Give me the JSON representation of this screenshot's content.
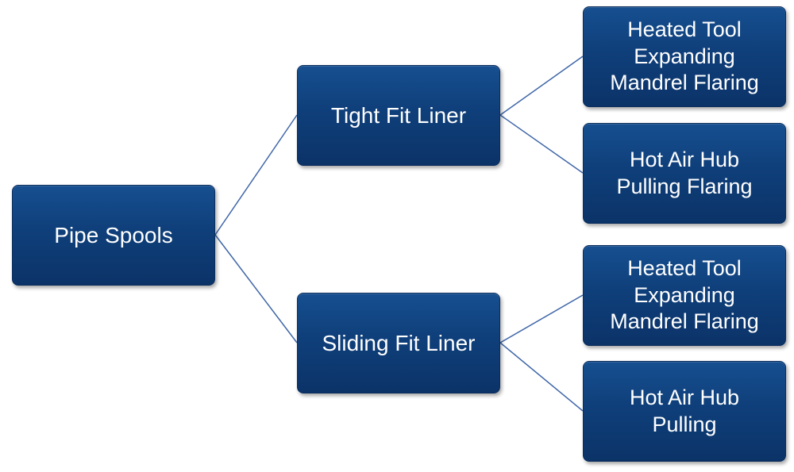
{
  "diagram": {
    "colors": {
      "node_fill": "#0f3f7a",
      "node_text": "#ffffff",
      "connector": "#3f66a8",
      "background": "#ffffff"
    },
    "root": {
      "label": "Pipe Spools"
    },
    "branches": [
      {
        "label": "Tight Fit Liner",
        "children": [
          {
            "lines": [
              "Heated Tool",
              "Expanding",
              "Mandrel Flaring"
            ]
          },
          {
            "lines": [
              "Hot Air Hub",
              "Pulling Flaring"
            ]
          }
        ]
      },
      {
        "label": "Sliding Fit Liner",
        "children": [
          {
            "lines": [
              "Heated Tool",
              "Expanding",
              "Mandrel Flaring"
            ]
          },
          {
            "lines": [
              "Hot Air Hub",
              "Pulling"
            ]
          }
        ]
      }
    ]
  }
}
